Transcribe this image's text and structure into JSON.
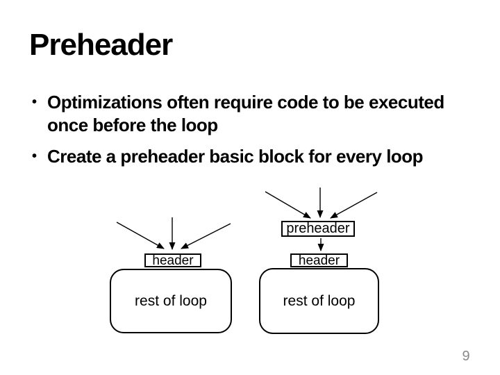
{
  "slide": {
    "title": "Preheader",
    "bullet_glyph": "•",
    "bullets": [
      {
        "text": "Optimizations often require code to be executed\nonce before the loop"
      },
      {
        "text": "Create a preheader basic block for every loop"
      }
    ],
    "page_number": "9"
  },
  "diagram_before": {
    "header_label": "header",
    "body_label": "rest of loop"
  },
  "diagram_after": {
    "preheader_label": "preheader",
    "header_label": "header",
    "body_label": "rest of loop"
  },
  "colors": {
    "background": "#ffffff",
    "text": "#000000",
    "diagram_stroke": "#000000",
    "page_number": "#8a8a8a"
  }
}
